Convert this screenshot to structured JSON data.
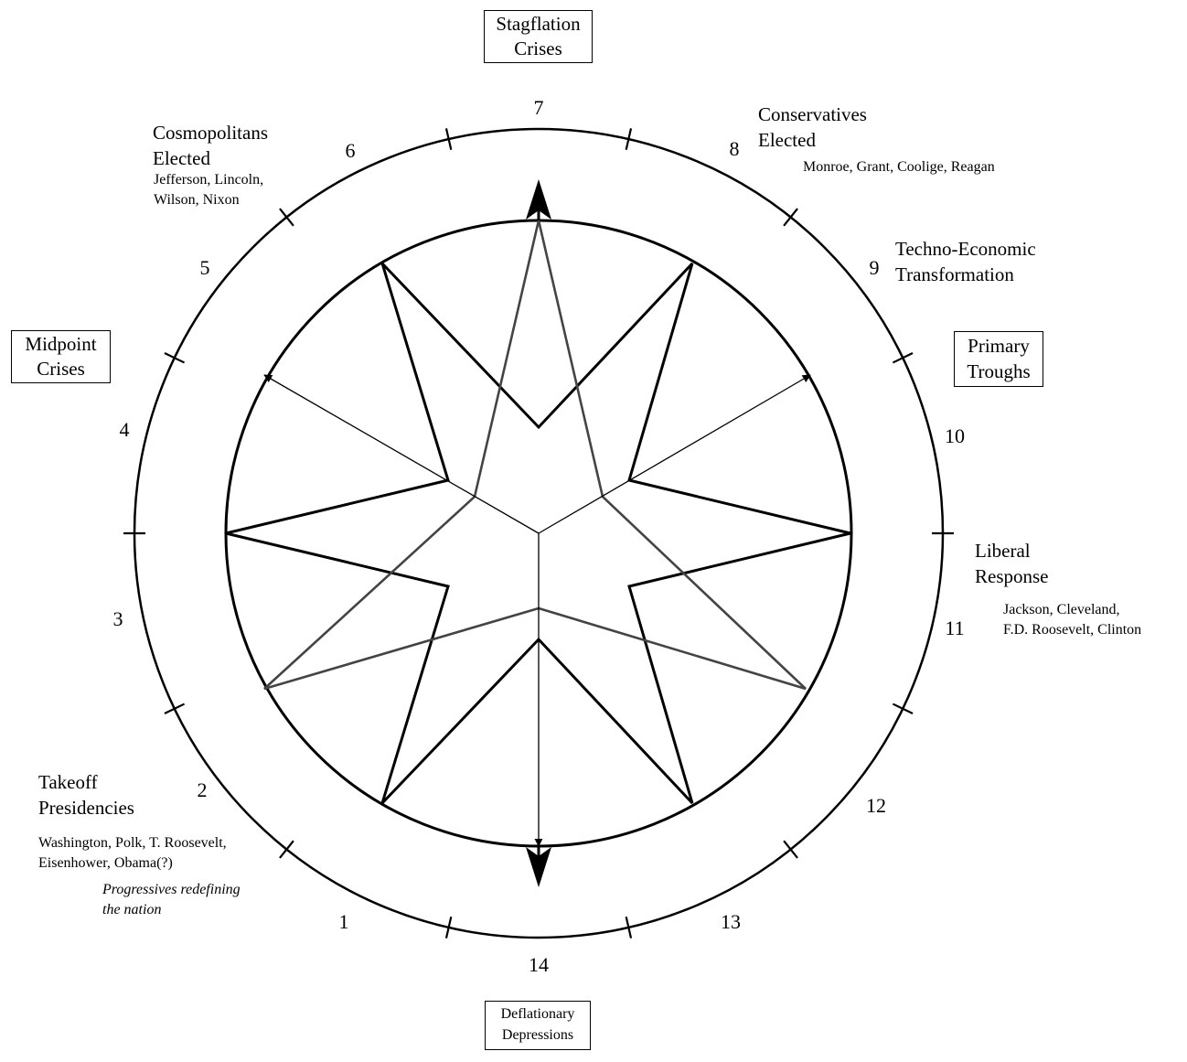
{
  "numbers": [
    "1",
    "2",
    "3",
    "4",
    "5",
    "6",
    "7",
    "8",
    "9",
    "10",
    "11",
    "12",
    "13",
    "14"
  ],
  "boxes": {
    "top": "Stagflation\nCrises",
    "left": "Midpoint\nCrises",
    "right": "Primary\nTroughs",
    "bottom": "Deflationary\nDepressions"
  },
  "labels": {
    "cosmopolitans_title": "Cosmopolitans\nElected",
    "cosmopolitans_names": "Jefferson, Lincoln,\nWilson, Nixon",
    "conservatives_title": "Conservatives\nElected",
    "conservatives_names": "Monroe, Grant, Coolige, Reagan",
    "techno_title": "Techno-Economic\nTransformation",
    "liberal_title": "Liberal\nResponse",
    "liberal_names": "Jackson, Cleveland,\nF.D. Roosevelt, Clinton",
    "takeoff_title": "Takeoff\nPresidencies",
    "takeoff_names": "Washington, Polk, T. Roosevelt,\nEisenhower, Obama(?)",
    "takeoff_note": "Progressives redefining\nthe nation"
  }
}
